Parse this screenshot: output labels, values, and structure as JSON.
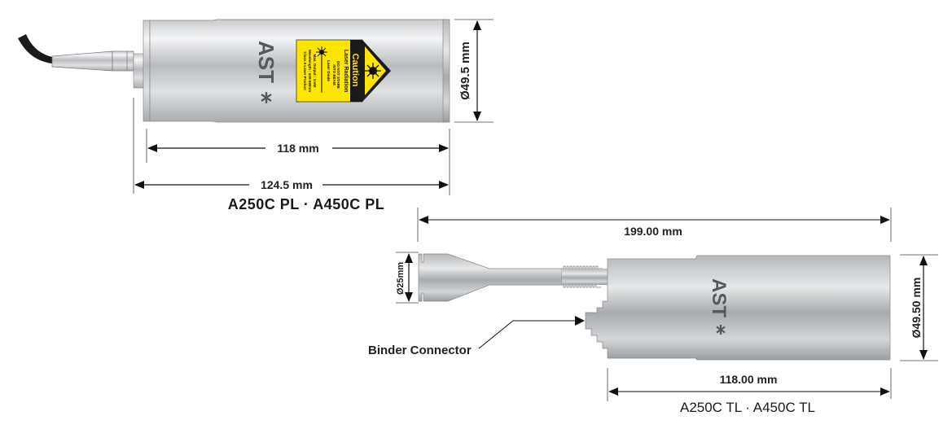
{
  "top_device": {
    "models": "A250C PL  ·  A450C PL",
    "dimensions": {
      "body_length": "118 mm",
      "total_length": "124.5 mm",
      "diameter": "Ø49.5 mm"
    },
    "logo": "AST",
    "warning_label": {
      "title": "Caution",
      "subtitle": "Laser Radiation",
      "line1": "DO NOT STARE",
      "line2": "INTO BEAM",
      "line3": "Laser Diode",
      "line4": "Max. Output : 1mW",
      "line5": "Wavelength : 630-680nm",
      "line6": "Class II Laser Product",
      "color": "#ffe500"
    }
  },
  "bottom_device": {
    "models": "A250C TL  ·  A450C TL",
    "dimensions": {
      "total_length": "199.00 mm",
      "body_length": "118.00 mm",
      "diameter": "Ø49.50 mm",
      "tip_diameter": "Ø25mm"
    },
    "logo": "AST",
    "callout": "Binder Connector"
  }
}
